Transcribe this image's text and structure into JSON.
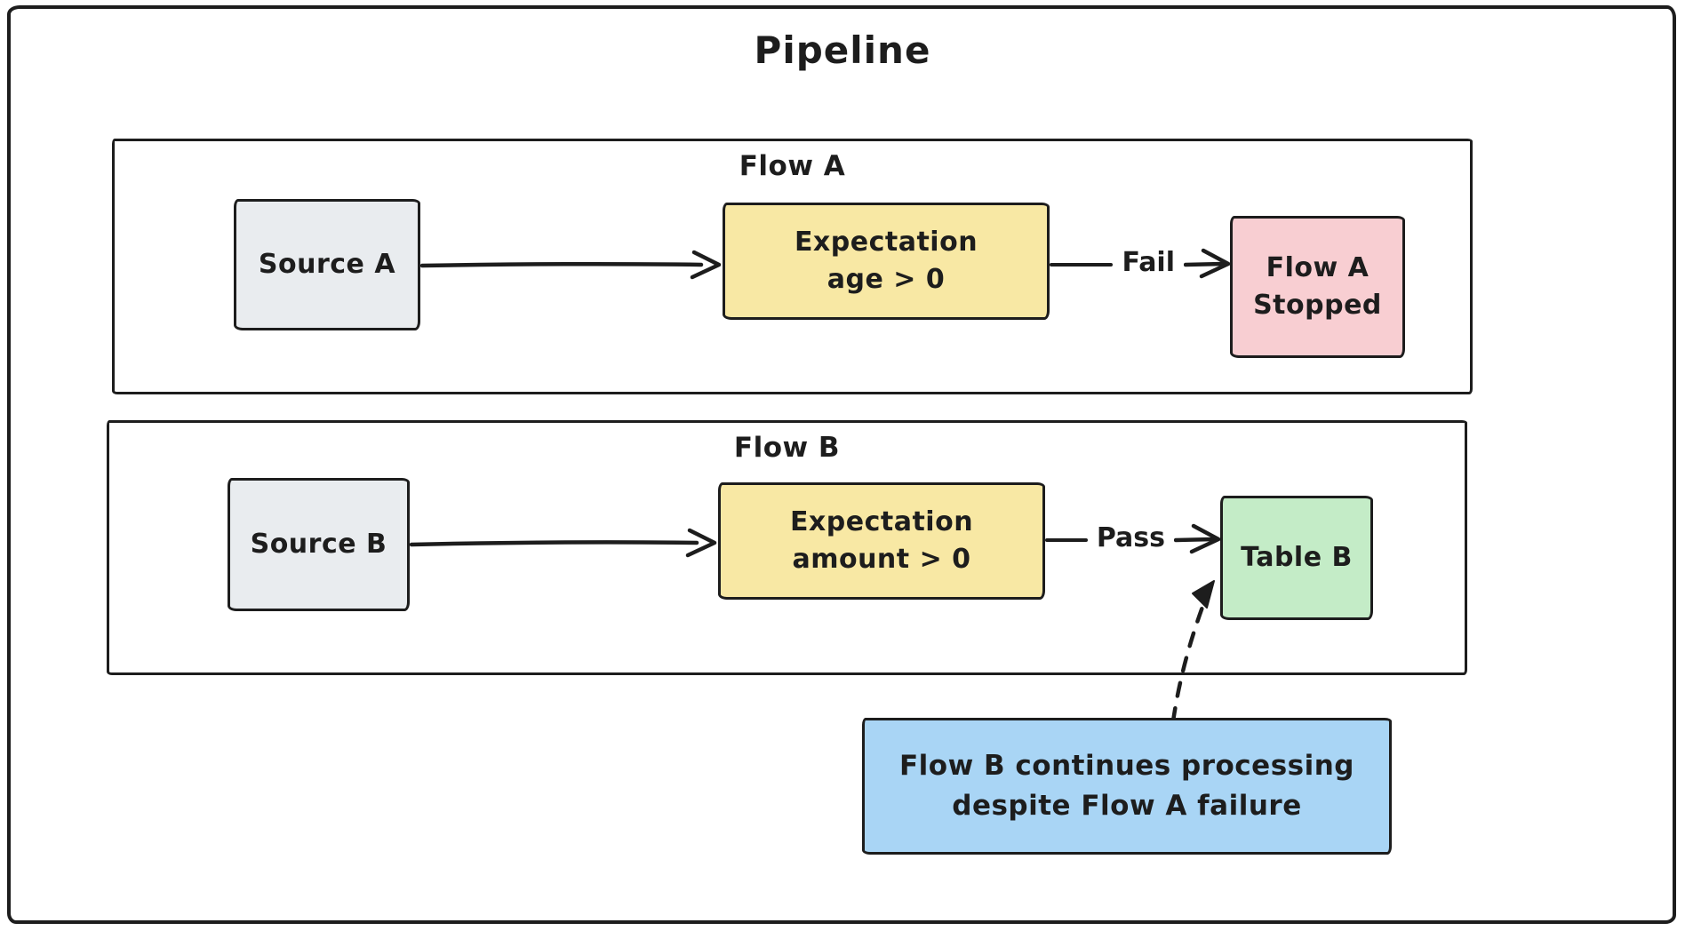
{
  "title": "Pipeline",
  "flow_a": {
    "label": "Flow A",
    "source_label": "Source A",
    "expectation": {
      "line1": "Expectation",
      "line2": "age > 0"
    },
    "edge_label": "Fail",
    "result": {
      "line1": "Flow A",
      "line2": "Stopped"
    }
  },
  "flow_b": {
    "label": "Flow B",
    "source_label": "Source B",
    "expectation": {
      "line1": "Expectation",
      "line2": "amount > 0"
    },
    "edge_label": "Pass",
    "result_label": "Table B"
  },
  "note": {
    "line1": "Flow B continues processing",
    "line2": "despite Flow A failure"
  },
  "colors": {
    "stroke": "#1d1d1d",
    "source_fill": "#e9ecef",
    "expectation_fill": "#f8e8a4",
    "stopped_fill": "#f8ced2",
    "table_fill": "#c4ecc7",
    "note_fill": "#a9d5f5"
  }
}
